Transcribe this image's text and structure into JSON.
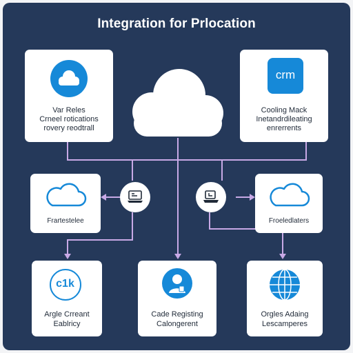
{
  "title": "Integration for Prlocation",
  "colors": {
    "background": "#25395a",
    "accent": "#1689d8",
    "connector": "#c8a9e6",
    "card": "#ffffff"
  },
  "top_left_card": {
    "icon": "cloud-icon",
    "line1": "Var Reles",
    "line2": "Crneel rotications",
    "line3": "rovery reodtrall"
  },
  "top_right_card": {
    "icon": "crm-icon",
    "icon_text": "crm",
    "line1": "Cooling Mack",
    "line2": "Inetandrdileating",
    "line3": "enrerrents"
  },
  "center_cloud": {
    "icon": "cloud-icon"
  },
  "mid_left_card": {
    "icon": "cloud-outline-icon",
    "label": "Frartestelee"
  },
  "mid_right_card": {
    "icon": "cloud-outline-icon",
    "label": "Froeledlaters"
  },
  "mid_left_node": {
    "icon": "laptop-icon"
  },
  "mid_right_node": {
    "icon": "laptop-icon"
  },
  "bottom_left_card": {
    "icon": "c1k-badge-icon",
    "icon_text": "c1k",
    "line1": "Argle Crreant",
    "line2": "Eablricy"
  },
  "bottom_center_card": {
    "icon": "user-icon",
    "line1": "Cade Registing",
    "line2": "Calongerent"
  },
  "bottom_right_card": {
    "icon": "globe-icon",
    "line1": "Orgles Adaing",
    "line2": "Lescamperes"
  }
}
